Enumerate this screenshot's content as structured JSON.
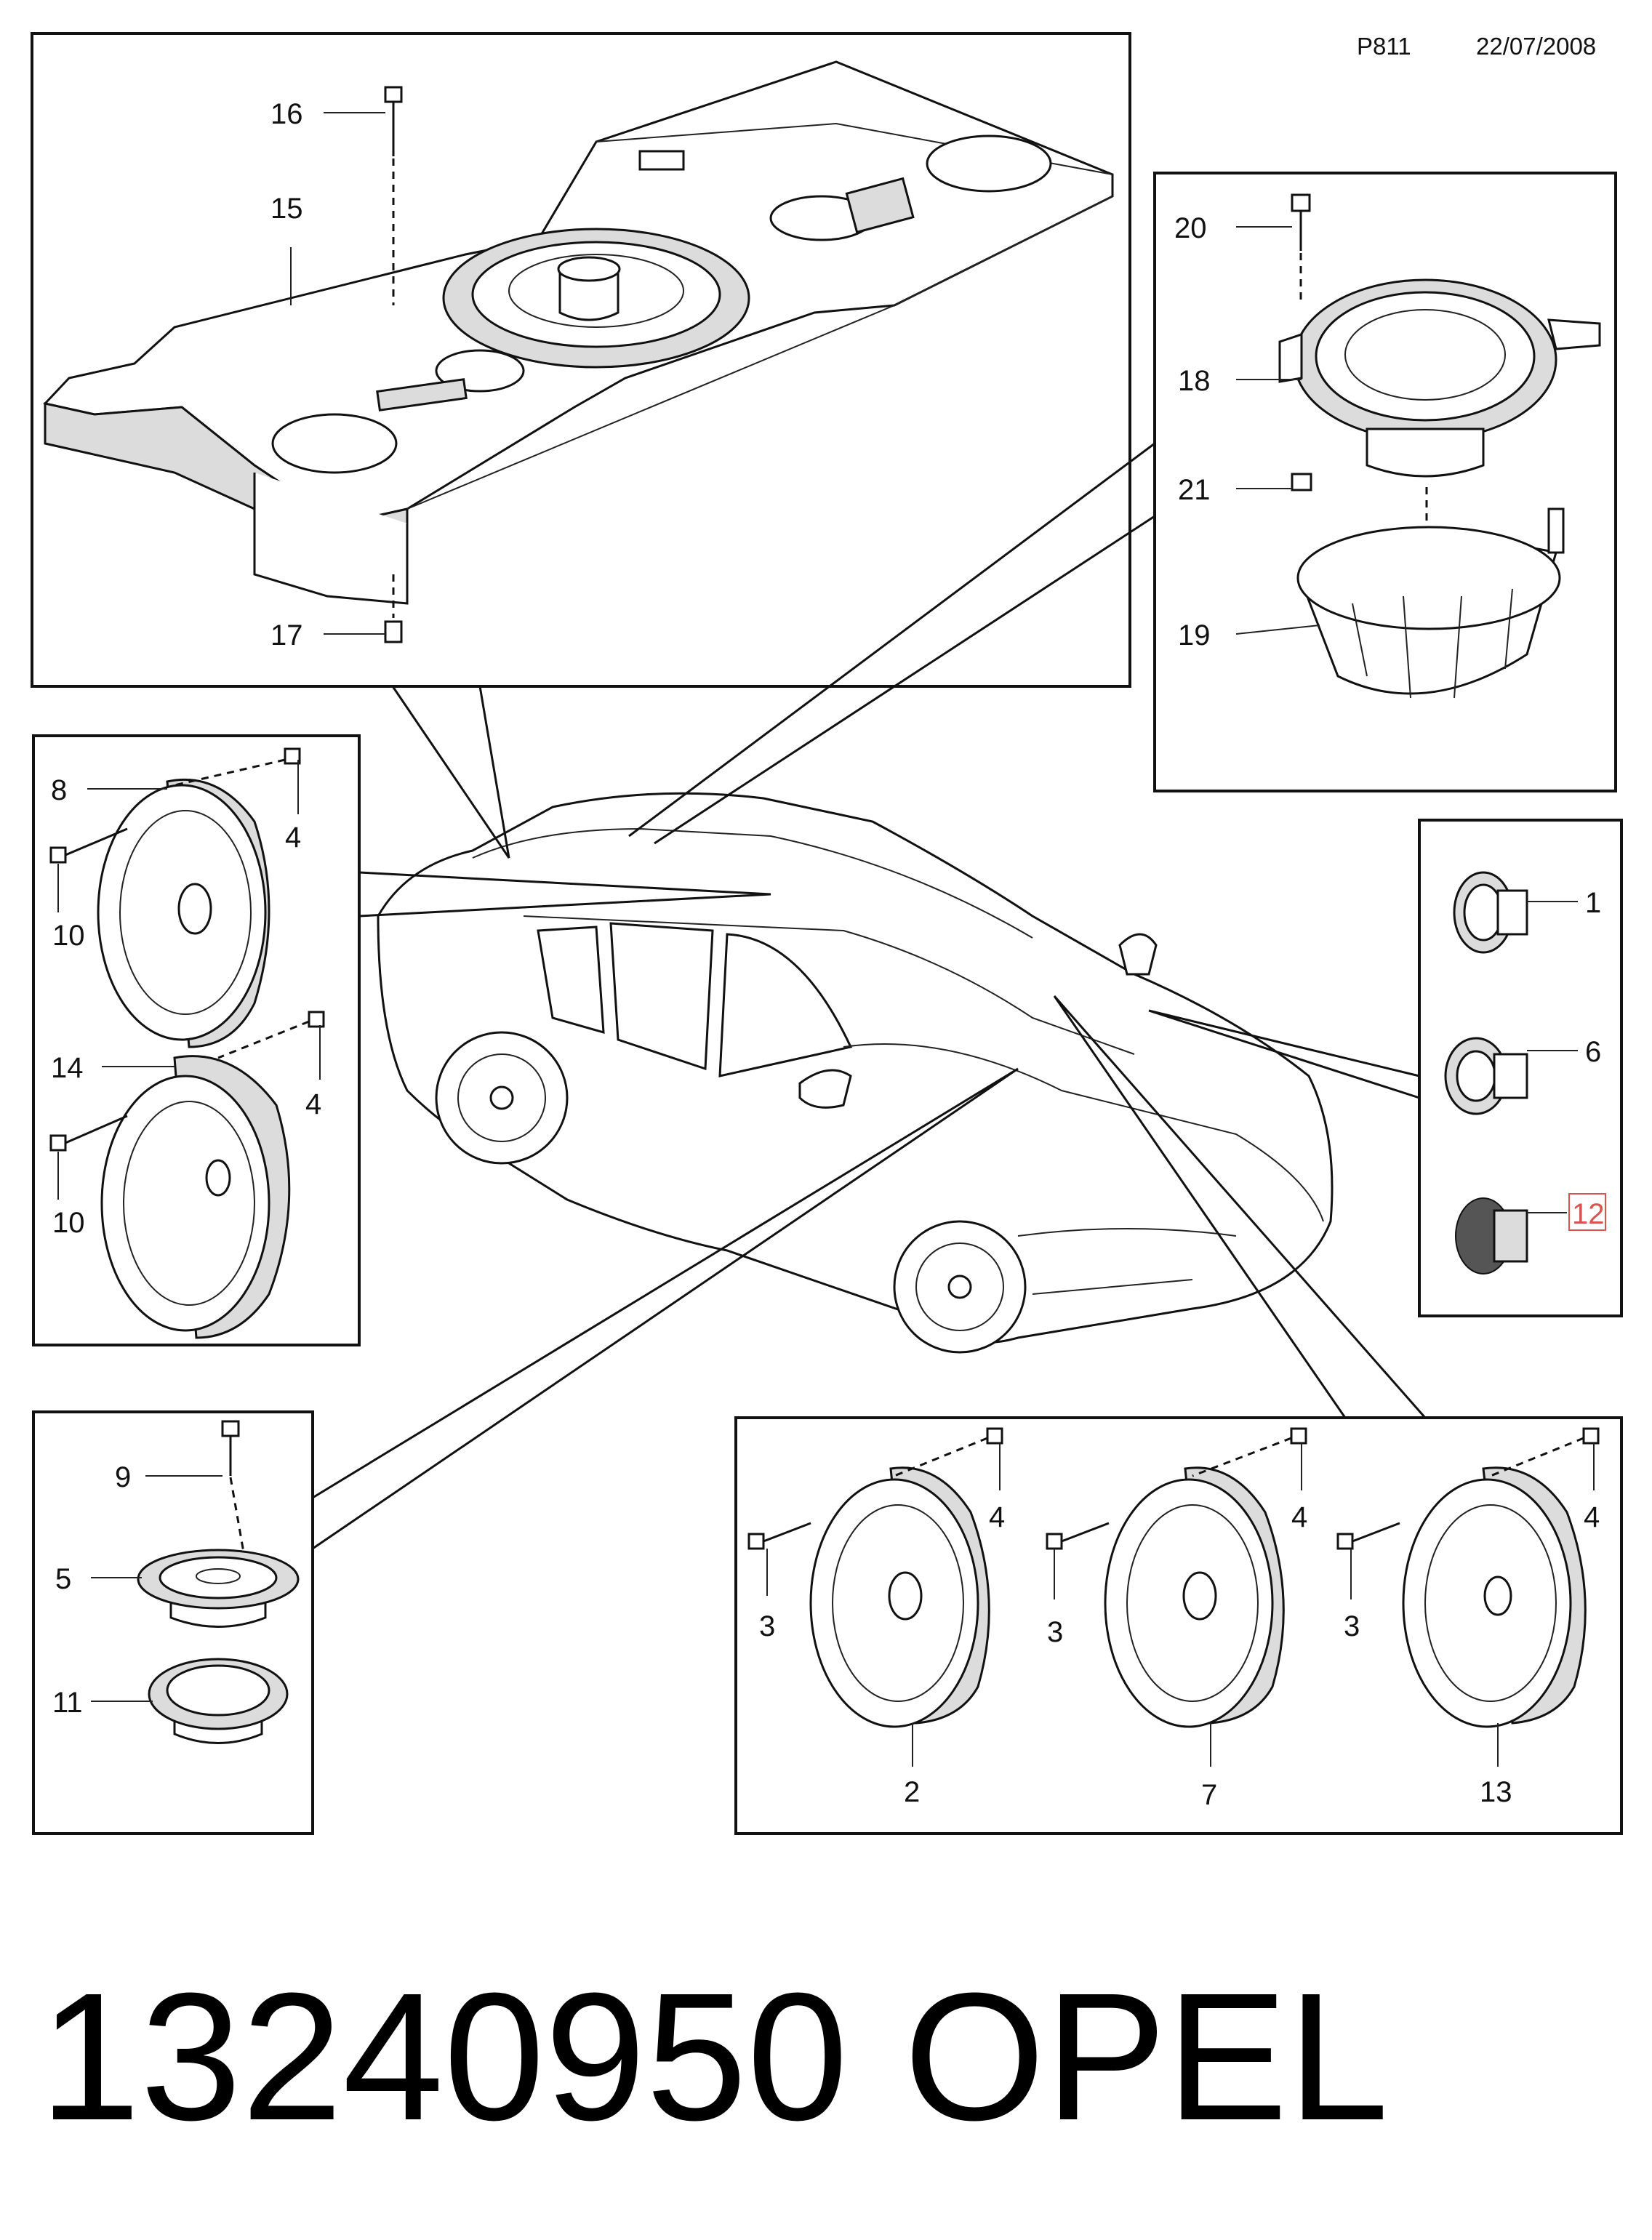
{
  "header": {
    "page_code": "P811",
    "date": "22/07/2008"
  },
  "footer": {
    "part_number": "13240950",
    "brand": "OPEL"
  },
  "callouts": {
    "c1": "1",
    "c2": "2",
    "c3a": "3",
    "c3b": "3",
    "c3c": "3",
    "c4a": "4",
    "c4b": "4",
    "c4c": "4",
    "c4d": "4",
    "c4e": "4",
    "c5": "5",
    "c6": "6",
    "c7": "7",
    "c8": "8",
    "c9": "9",
    "c10a": "10",
    "c10b": "10",
    "c11": "11",
    "c12": "12",
    "c13": "13",
    "c14": "14",
    "c15": "15",
    "c16": "16",
    "c17": "17",
    "c18": "18",
    "c19": "19",
    "c20": "20",
    "c21": "21"
  },
  "colors": {
    "line": "#111111",
    "highlight": "#d9534f",
    "background": "#ffffff"
  }
}
